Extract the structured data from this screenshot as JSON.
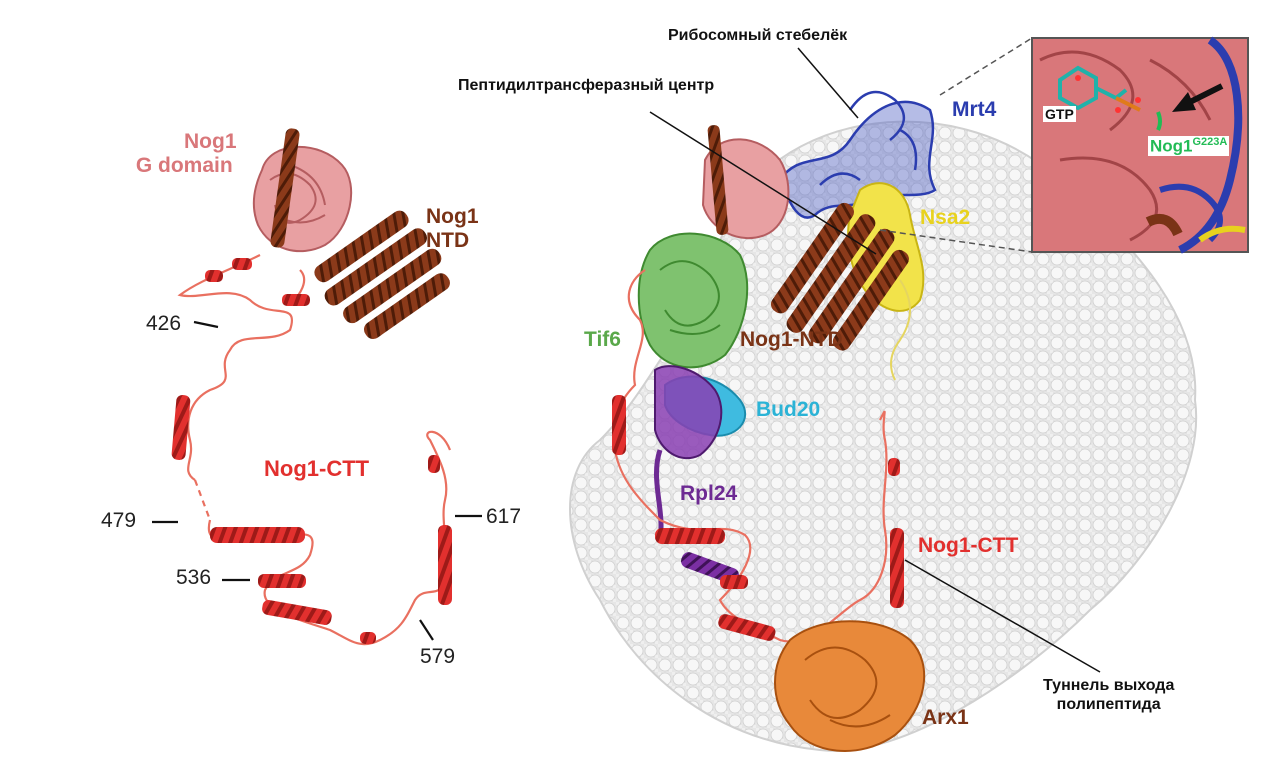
{
  "colors": {
    "nog1_gdomain": "#d9777a",
    "nog1_ntd": "#7a3316",
    "nog1_ctt": "#e2302e",
    "mrt4": "#2b3daf",
    "nsa2": "#e8d21e",
    "tif6": "#5aa84a",
    "bud20": "#2bb3d6",
    "rpl24": "#6d2a93",
    "arx1": "#d9731e",
    "ribosome": "#dcdcdc"
  },
  "left_labels": {
    "g_domain_line1": "Nog1",
    "g_domain_line2": "G domain",
    "ntd_line1": "Nog1",
    "ntd_line2": "NTD",
    "ctt": "Nog1-CTT"
  },
  "residues": [
    "426",
    "479",
    "536",
    "579",
    "617"
  ],
  "right_labels": {
    "mrt4": "Mrt4",
    "nsa2": "Nsa2",
    "tif6": "Tif6",
    "nog1_ntd": "Nog1-NTD",
    "bud20": "Bud20",
    "rpl24": "Rpl24",
    "nog1_ctt": "Nog1-CTT",
    "arx1": "Arx1"
  },
  "inset": {
    "gtp": "GTP",
    "mutant": "Nog1",
    "mutant_sup": "G223A"
  },
  "annotations": {
    "stalk": "Рибосомный стебелёк",
    "ptc": "Пептидилтрансферазный центр",
    "tunnel_line1": "Туннель выхода",
    "tunnel_line2": "полипептида"
  }
}
